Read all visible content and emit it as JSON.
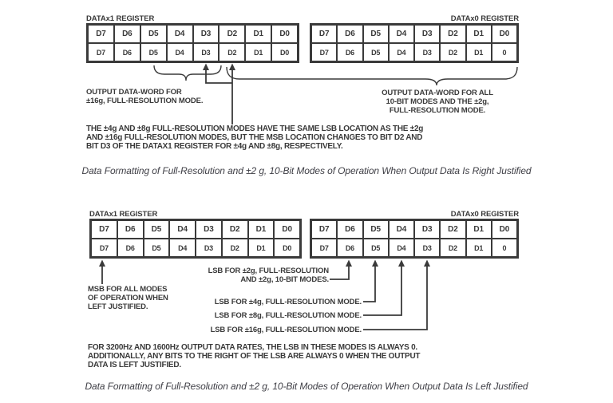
{
  "page": {
    "background": "#ffffff",
    "ink_color": "#3a3a3a",
    "caption_color": "#3f3f46"
  },
  "fig_right": {
    "datax1": {
      "label": "DATAx1 REGISTER",
      "row_top": [
        "D7",
        "D6",
        "D5",
        "D4",
        "D3",
        "D2",
        "D1",
        "D0"
      ],
      "row_bottom": [
        "D7",
        "D6",
        "D5",
        "D4",
        "D3",
        "D2",
        "D1",
        "D0"
      ]
    },
    "datax0": {
      "label": "DATAx0 REGISTER",
      "row_top": [
        "D7",
        "D6",
        "D5",
        "D4",
        "D3",
        "D2",
        "D1",
        "D0"
      ],
      "row_bottom": [
        "D7",
        "D6",
        "D5",
        "D4",
        "D3",
        "D2",
        "D1",
        "0"
      ]
    },
    "annotation_16g_line1": "OUTPUT DATA-WORD FOR",
    "annotation_16g_line2": "±16g, FULL-RESOLUTION MODE.",
    "annotation_all_line1": "OUTPUT DATA-WORD FOR ALL",
    "annotation_all_line2": "10-BIT MODES AND THE ±2g,",
    "annotation_all_line3": "FULL-RESOLUTION MODE.",
    "note_line1": "THE ±4g AND ±8g FULL-RESOLUTION MODES HAVE THE SAME LSB LOCATION AS THE ±2g",
    "note_line2": "AND ±16g FULL-RESOLUTION MODES, BUT THE MSB LOCATION CHANGES TO BIT D2 AND",
    "note_line3": "BIT D3 OF THE DATAX1 REGISTER FOR ±4g AND ±8g, RESPECTIVELY.",
    "caption": "Data Formatting of Full-Resolution and ±2 g, 10-Bit Modes of Operation When Output Data Is Right Justified"
  },
  "fig_left": {
    "datax1": {
      "label": "DATAx1 REGISTER",
      "row_top": [
        "D7",
        "D6",
        "D5",
        "D4",
        "D3",
        "D2",
        "D1",
        "D0"
      ],
      "row_bottom": [
        "D7",
        "D6",
        "D5",
        "D4",
        "D3",
        "D2",
        "D1",
        "D0"
      ]
    },
    "datax0": {
      "label": "DATAx0 REGISTER",
      "row_top": [
        "D7",
        "D6",
        "D5",
        "D4",
        "D3",
        "D2",
        "D1",
        "D0"
      ],
      "row_bottom": [
        "D7",
        "D6",
        "D5",
        "D4",
        "D3",
        "D2",
        "D1",
        "0"
      ]
    },
    "msb_note_line1": "MSB FOR ALL MODES",
    "msb_note_line2": "OF OPERATION WHEN",
    "msb_note_line3": "LEFT JUSTIFIED.",
    "lsb_2g_line1": "LSB FOR ±2g, FULL-RESOLUTION",
    "lsb_2g_line2": "AND ±2g, 10-BIT MODES.",
    "lsb_4g": "LSB FOR ±4g, FULL-RESOLUTION MODE.",
    "lsb_8g": "LSB FOR ±8g, FULL-RESOLUTION MODE.",
    "lsb_16g": "LSB FOR ±16g, FULL-RESOLUTION MODE.",
    "note_line1": "FOR 3200Hz AND 1600Hz OUTPUT DATA RATES, THE LSB IN THESE MODES IS ALWAYS 0.",
    "note_line2": "ADDITIONALLY, ANY BITS TO THE RIGHT OF THE LSB ARE ALWAYS 0 WHEN THE OUTPUT",
    "note_line3": "DATA IS LEFT JUSTIFIED.",
    "caption": "Data Formatting of Full-Resolution and ±2 g, 10-Bit Modes of Operation When Output Data Is Left Justified"
  }
}
